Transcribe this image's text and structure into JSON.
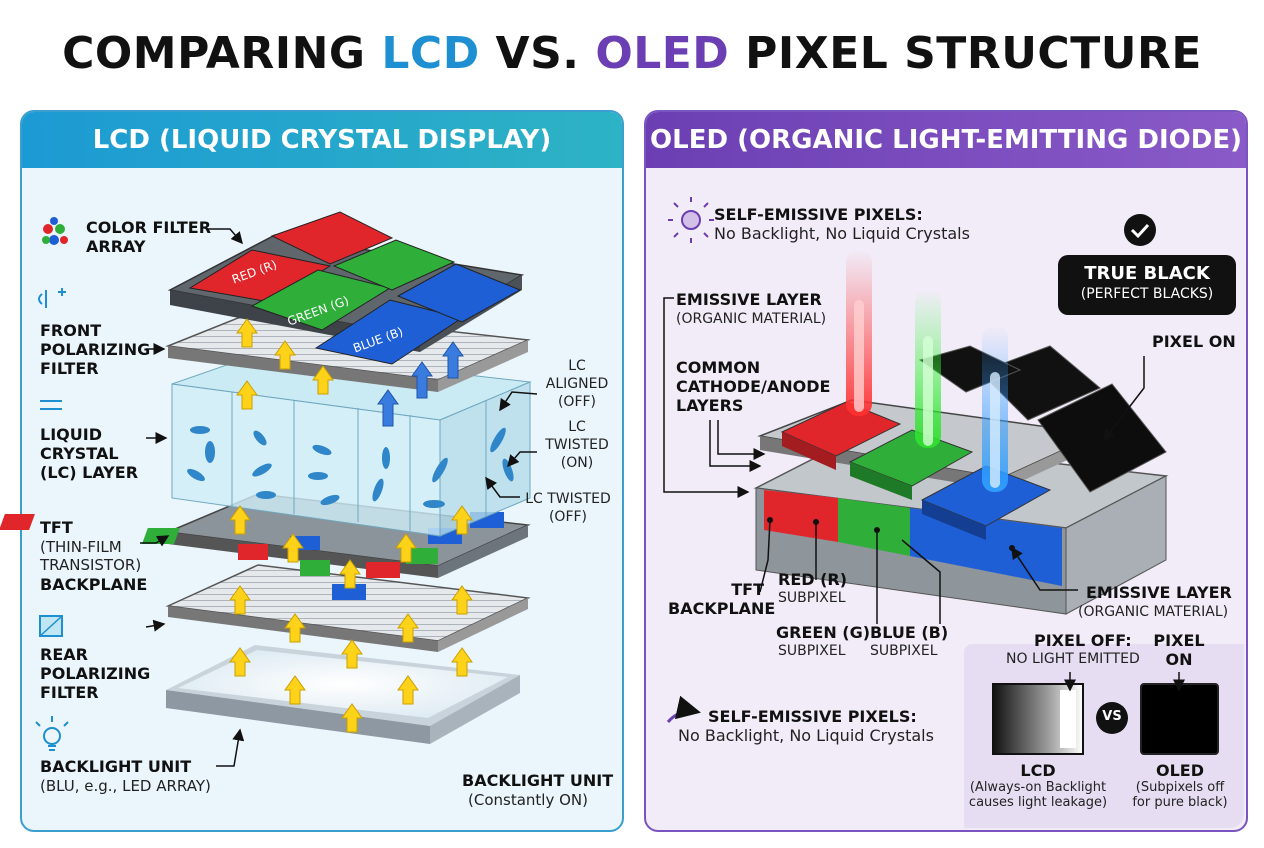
{
  "title": {
    "part1": "COMPARING ",
    "lcd": "LCD",
    "part2": " VS. ",
    "oled": "OLED",
    "part3": " PIXEL STRUCTURE"
  },
  "lcd_panel": {
    "header": "LCD (LIQUID CRYSTAL DISPLAY)",
    "color_filter": "COLOR FILTER\nARRAY",
    "front_polarizer": "FRONT\nPOLARIZING\nFILTER",
    "lc_layer": "LIQUID\nCRYSTAL\n(LC) LAYER",
    "tft_title": "TFT",
    "tft_sub": "(THIN-FILM\nTRANSISTOR)",
    "tft_title2": "BACKPLANE",
    "rear_polarizer": "REAR\nPOLARIZING\nFILTER",
    "blu_title": "BACKLIGHT UNIT",
    "blu_sub": "(BLU, e.g., LED ARRAY)",
    "blu_right_title": "BACKLIGHT UNIT",
    "blu_right_sub": "(Constantly ON)",
    "lc_aligned": "LC\nALIGNED\n(OFF)",
    "lc_twisted_on": "LC\nTWISTED\n(ON)",
    "lc_twisted_off": "LC TWISTED\n(OFF)",
    "filter_red": "RED (R)",
    "filter_green": "GREEN (G)",
    "filter_blue": "BLUE (B)"
  },
  "oled_panel": {
    "header": "OLED (ORGANIC LIGHT-EMITTING DIODE)",
    "self_emissive_title": "SELF-EMISSIVE PIXELS:",
    "self_emissive_sub": "No Backlight, No Liquid Crystals",
    "emissive_top_title": "EMISSIVE LAYER",
    "emissive_top_sub": "(ORGANIC MATERIAL)",
    "common_layers": "COMMON\nCATHODE/ANODE\nLAYERS",
    "true_black_title": "TRUE BLACK",
    "true_black_sub": "(PERFECT BLACKS)",
    "pixel_on": "PIXEL ON",
    "tft_backplane": "TFT\nBACKPLANE",
    "red_title": "RED (R)",
    "red_sub": "SUBPIXEL",
    "green_title": "GREEN (G)",
    "green_sub": "SUBPIXEL",
    "blue_title": "BLUE (B)",
    "blue_sub": "SUBPIXEL",
    "emissive_bottom_title": "EMISSIVE LAYER",
    "emissive_bottom_sub": "(ORGANIC MATERIAL)",
    "self_emissive2_title": "SELF-EMISSIVE PIXELS:",
    "self_emissive2_sub": "No Backlight, No Liquid Crystals",
    "pixel_off_title": "PIXEL OFF:",
    "pixel_off_sub": "NO LIGHT EMITTED",
    "pixel_on2": "PIXEL\nON",
    "vs": "VS",
    "lcd_label": "LCD",
    "lcd_caption": "(Always-on Backlight\ncauses light leakage)",
    "oled_label": "OLED",
    "oled_caption": "(Subpixels off\nfor pure black)"
  },
  "colors": {
    "lcd_accent": "#1e8fd0",
    "oled_accent": "#6b3fb3",
    "red": "#e0262b",
    "green": "#2fae3a",
    "blue": "#1f5fd6"
  }
}
